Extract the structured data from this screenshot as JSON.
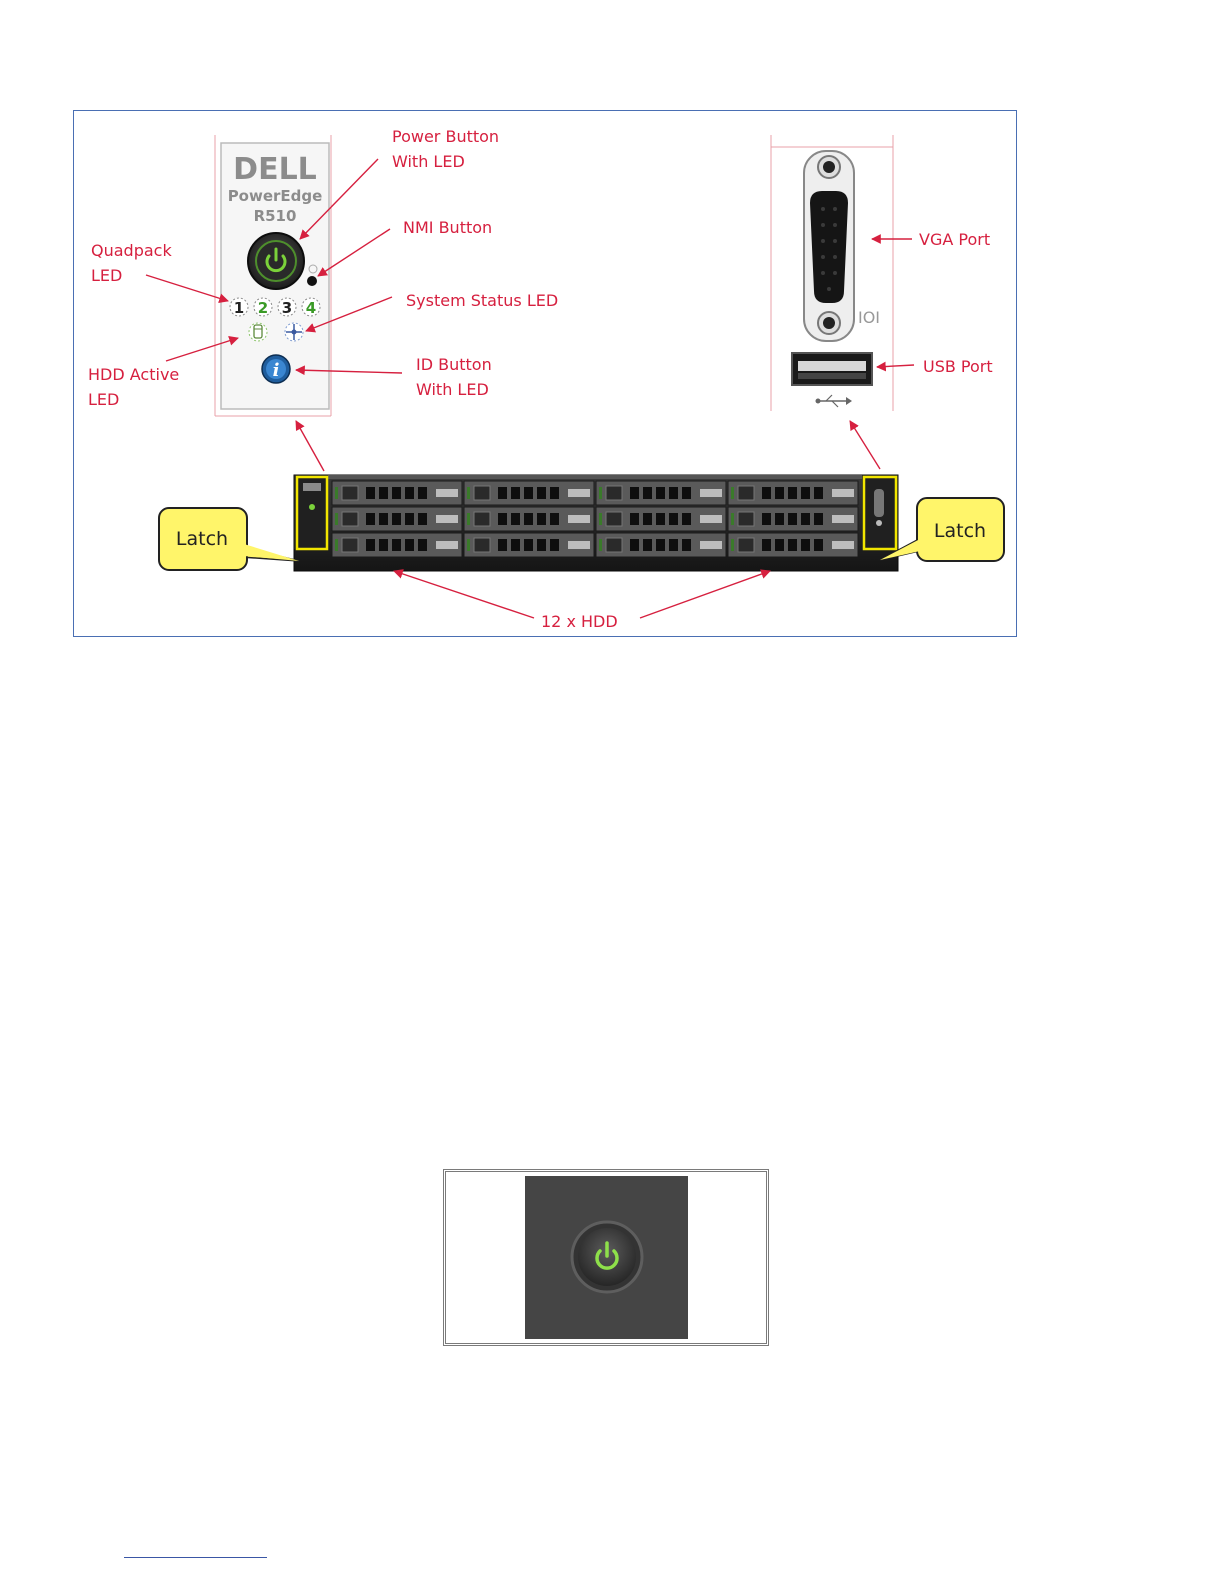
{
  "front_panel": {
    "brand": "DELL",
    "model_line": "PowerEdge",
    "model": "R510",
    "quadpack_digits": [
      "1",
      "2",
      "3",
      "4"
    ]
  },
  "callouts": {
    "power_button": [
      "Power Button",
      "With LED"
    ],
    "nmi_button": "NMI Button",
    "quadpack_led": [
      "Quadpack",
      "LED"
    ],
    "system_status_led": "System Status LED",
    "hdd_active_led": [
      "HDD Active",
      "LED"
    ],
    "id_button": [
      "ID Button",
      "With LED"
    ],
    "vga_port": "VGA Port",
    "usb_port": "USB Port",
    "latch_left": "Latch",
    "latch_right": "Latch",
    "hdd_count": "12 x HDD"
  },
  "colors": {
    "callout_text": "#d6203f",
    "arrow": "#d6203f",
    "latch_fill": "#fff56a",
    "led_green": "#7bd23a",
    "figure_border": "#4a6fb3"
  },
  "icons": {
    "power": "power-icon",
    "info": "info-icon",
    "usb": "usb-icon",
    "vga_serial": "ioi-icon"
  }
}
